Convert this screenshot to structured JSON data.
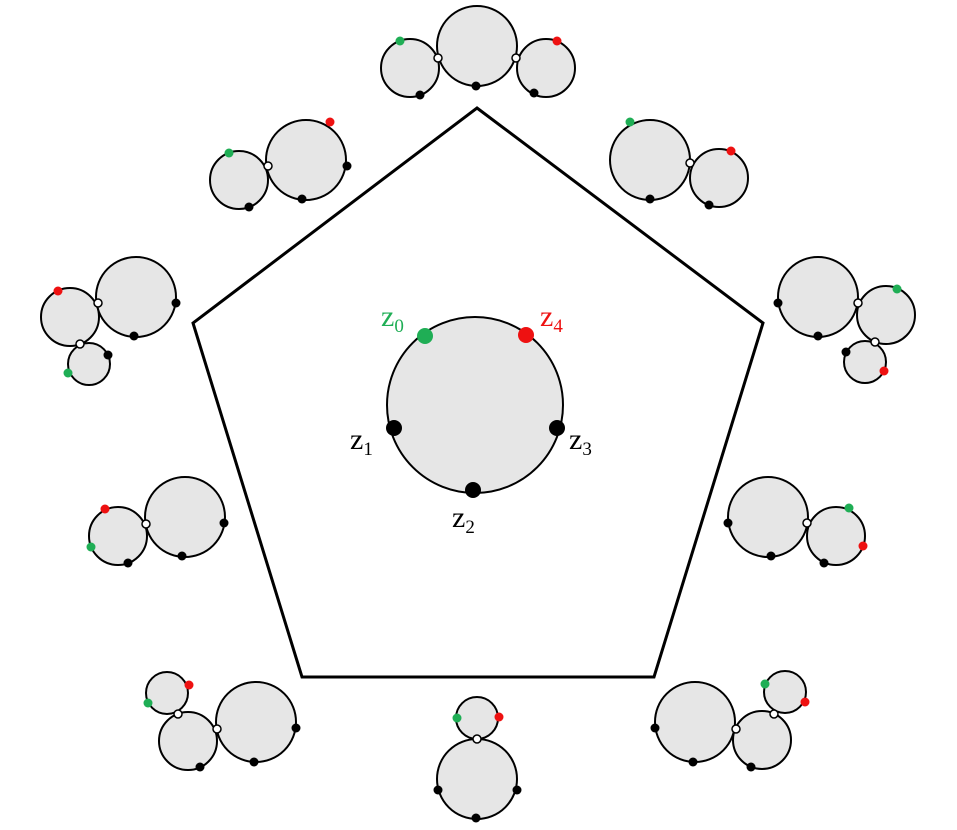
{
  "labels": {
    "z0": {
      "base": "z",
      "sub": "0",
      "color": "#1fae55"
    },
    "z1": {
      "base": "z",
      "sub": "1",
      "color": "#000000"
    },
    "z2": {
      "base": "z",
      "sub": "2",
      "color": "#000000"
    },
    "z3": {
      "base": "z",
      "sub": "3",
      "color": "#000000"
    },
    "z4": {
      "base": "z",
      "sub": "4",
      "color": "#ee1111"
    }
  },
  "colors": {
    "disk_fill": "#e6e6e6",
    "stroke": "#000000",
    "marked_green": "#1fae55",
    "marked_red": "#ee1111",
    "node_open": "#ffffff"
  },
  "figure": {
    "central_disk_marked_points": 5,
    "surrounding_configurations": 10,
    "outer_shape": "pentagon"
  }
}
